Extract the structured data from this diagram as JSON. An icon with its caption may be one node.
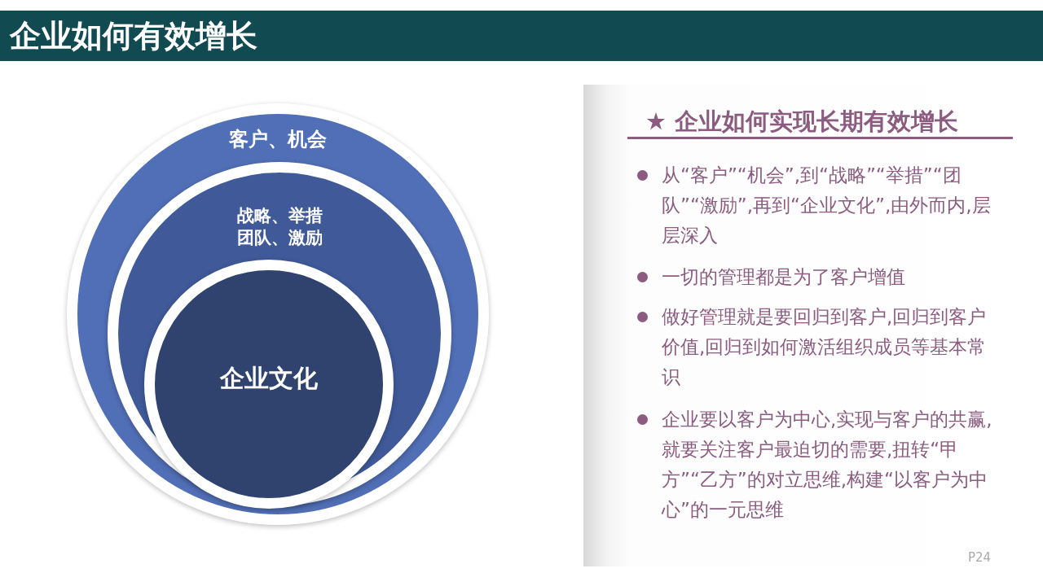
{
  "diagram": {
    "title": "企业如何有效增长",
    "nodes": [
      {
        "text": [
          "客户、机会"
        ]
      },
      {
        "text": [
          "战略、举措团队、激励"
        ],
        "in": 0
      },
      {
        "text": [
          "企业文化"
        ],
        "in": 1
      }
    ],
    "labels": [
      "★ 企业如何实现长期有效增长",
      "从“客户”“机会”,到“战略”“举措”“团队”“激励”,再到“企业文化”,由外而内,层层深入",
      "一切的管理都是为了客户增值",
      "做好管理就是要回归到客户,回归到客户价值,回归到如何激活组织成员等基本常识",
      "企业要以客户为中心,实现与客户的共赢,就要关注客户最迫切的需要,扭转“甲方”“乙方”的对立思维,构建“以客户为中心”的一元思维",
      "P24"
    ]
  }
}
